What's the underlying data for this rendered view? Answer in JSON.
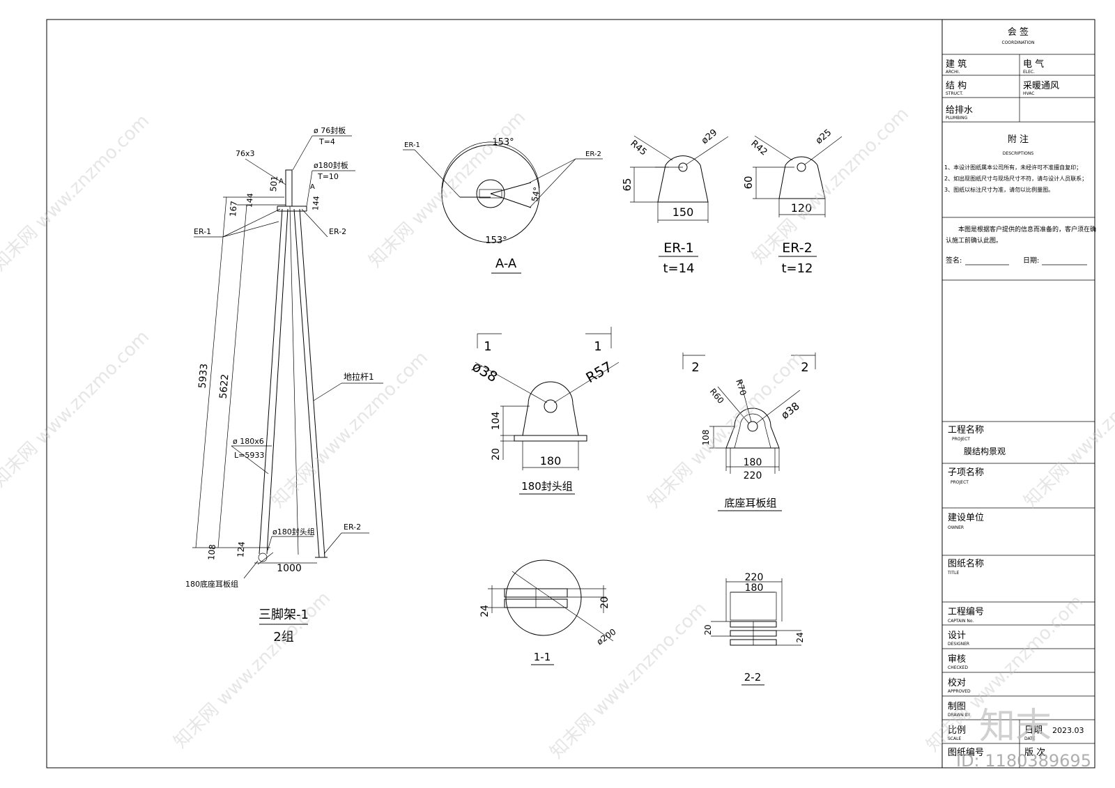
{
  "coordination": {
    "title": "会  签",
    "subtitle": "COORDINATION",
    "rows": [
      [
        "建 筑",
        "ARCHI.",
        "电 气",
        "ELEC."
      ],
      [
        "结 构",
        "STRUCT.",
        "采暖通风",
        "HVAC"
      ],
      [
        "给排水",
        "PLUMBING",
        "",
        ""
      ]
    ]
  },
  "notes": {
    "title": "附 注",
    "subtitle": "DESCRIPTIONS",
    "lines": [
      "1、本设计图纸属本公司所有，未经许可不准擅自复印；",
      "2、如出现图纸尺寸与现场尺寸不符，请与设计人员联系；",
      "3、图纸以标注尺寸为准，请勿以比例量图。"
    ]
  },
  "confirm": {
    "line1": "本图是根据客户提供的信息而准备的，客户须在确",
    "line2": "认施工前确认此图。",
    "sign": "签名:",
    "date": "日期:"
  },
  "project": {
    "label": "工程名称",
    "sub": "PROJECT",
    "value": "膜结构景观"
  },
  "subproject": {
    "label": "子项名称",
    "sub": "PROJECT"
  },
  "owner": {
    "label": "建设单位",
    "sub": "OWNER"
  },
  "drawing_title": {
    "label": "图纸名称",
    "sub": "TITLE"
  },
  "fields": [
    {
      "label": "工程编号",
      "sub": "CAPTAIN No."
    },
    {
      "label": "设计",
      "sub": "DESIGNER"
    },
    {
      "label": "审核",
      "sub": "CHECKED"
    },
    {
      "label": "校对",
      "sub": "APPROVED"
    },
    {
      "label": "制图",
      "sub": "DRAWN BY"
    }
  ],
  "scale": {
    "label": "比例",
    "sub": "SCALE",
    "date_label": "日期",
    "date_sub": "DATE",
    "date_value": "2023.03"
  },
  "last_row": {
    "label": "图纸编号",
    "version": "版 次"
  },
  "tripod": {
    "title": "三脚架-1",
    "count": "2组",
    "dim_5933": "5933",
    "dim_5622": "5622",
    "dim_167": "167",
    "dim_144a": "144",
    "dim_144b": "144",
    "dim_501": "501",
    "dim_108": "108",
    "dim_124": "124",
    "dim_1000": "1000",
    "label_76": "ø 76封板",
    "label_t4": "T=4",
    "label_76x3": "76x3",
    "label_180": "ø180封板",
    "label_t10": "T=10",
    "label_A": "A",
    "label_er1": "ER-1",
    "label_er2": "ER-2",
    "label_ground": "地拉杆1",
    "label_pipe": "ø 180x6",
    "label_L": "L=5933",
    "label_cap": "ø180封头组",
    "label_base": "180底座耳板组",
    "label_er2b": "ER-2"
  },
  "section_aa": {
    "title": "A-A",
    "angle_top": "153°",
    "angle_bottom": "153°",
    "angle_54": "54°",
    "er1": "ER-1",
    "er2": "ER-2"
  },
  "er1": {
    "title": "ER-1",
    "t": "t=14",
    "r": "R45",
    "d": "ø29",
    "h": "65",
    "w": "150"
  },
  "er2": {
    "title": "ER-2",
    "t": "t=12",
    "r": "R42",
    "d": "ø25",
    "h": "60",
    "w": "120"
  },
  "cap_group": {
    "title": "180封头组",
    "d": "ø38",
    "r": "R57",
    "h104": "104",
    "h20": "20",
    "w": "180",
    "sec": "1"
  },
  "base_group": {
    "title": "底座耳板组",
    "r60": "R60",
    "r70": "R70",
    "d": "ø38",
    "h": "108",
    "w180": "180",
    "w220": "220",
    "sec": "2"
  },
  "sec11": {
    "title": "1-1",
    "d24": "24",
    "d20": "20",
    "d200": "ø200"
  },
  "sec22": {
    "title": "2-2",
    "w220": "220",
    "w180": "180",
    "d20": "20",
    "d24": "24"
  },
  "watermark": {
    "text": "知末网 www.znzmo.com",
    "logo": "知末",
    "id": "ID: 1180389695"
  }
}
